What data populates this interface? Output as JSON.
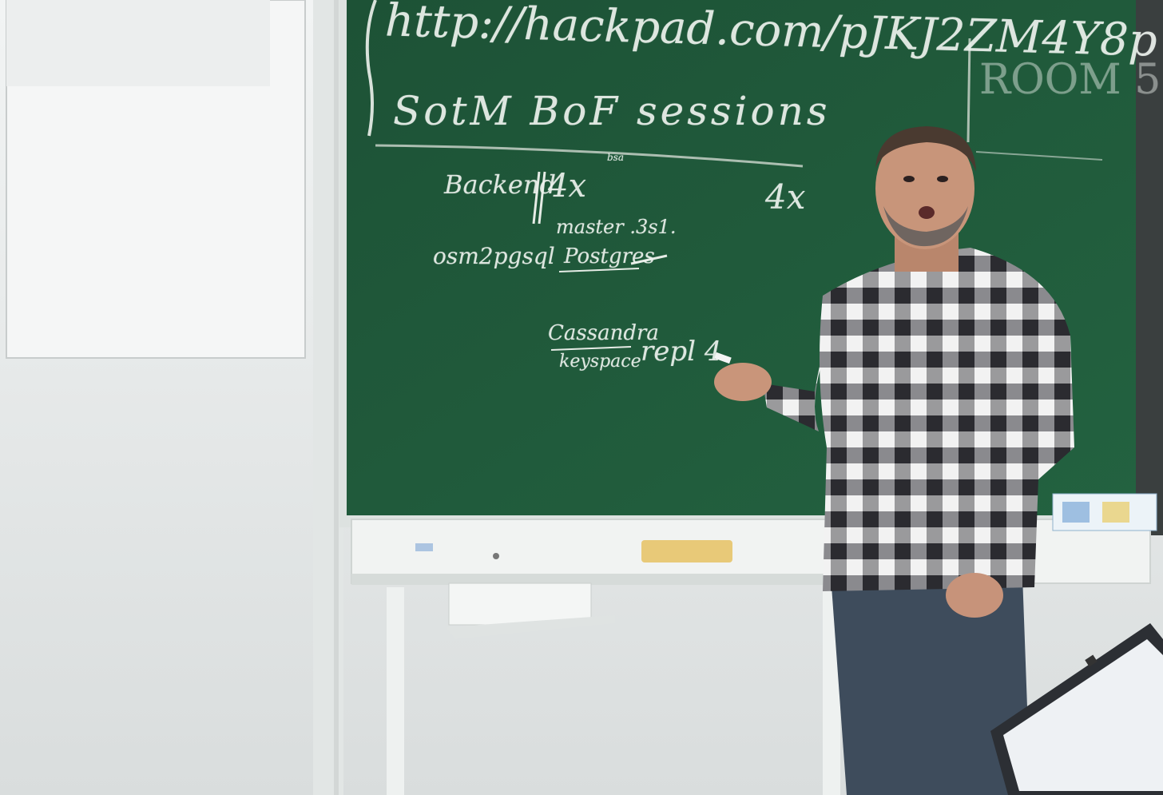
{
  "colors": {
    "wall": "#e7ebea",
    "board_green": "#1f5a3a",
    "board_frame": "#dfe4e2",
    "screen": "#f4f5f5",
    "chalk": "#eef3ee",
    "shirt_dark": "#2a2a2e",
    "shirt_light": "#e4e4e4",
    "jeans": "#3c4a5a",
    "sponge": "#e8c978"
  },
  "chalkboard": {
    "url_line": "http://hackpad.com/pJKJ2ZM4Y8p",
    "heading": "SotM BoF sessions",
    "side_label": "ROOM 5",
    "backend_label": "Backend",
    "backend_count": "4x",
    "backend_count_right": "4x",
    "small_note": "bsa",
    "master_note": "master .3s1.",
    "osm2pgsql": "osm2pgsql",
    "postgres": "Postgres",
    "arrow": "→",
    "cassandra": "Cassandra",
    "keyspace": "keyspace",
    "repl": "repl 4"
  },
  "icons": {
    "presenter": "person-presenting-icon",
    "eraser": "chalk-eraser-icon",
    "laptop": "laptop-icon",
    "projector_screen": "projector-screen-icon"
  }
}
